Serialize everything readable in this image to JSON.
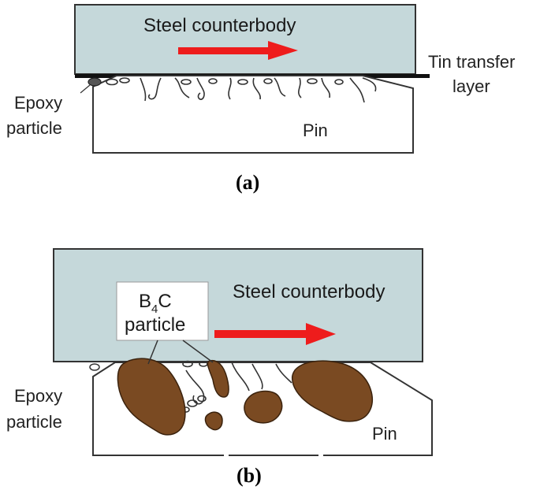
{
  "panel_a": {
    "counterbody_label": "Steel counterbody",
    "transfer_layer_label_line1": "Tin transfer",
    "transfer_layer_label_line2": "layer",
    "epoxy_label_line1": "Epoxy",
    "epoxy_label_line2": "particle",
    "pin_label": "Pin",
    "caption": "(a)"
  },
  "panel_b": {
    "counterbody_label": "Steel counterbody",
    "b4c_label_main": "B",
    "b4c_label_sub": "4",
    "b4c_label_tail": "C",
    "b4c_label_line2": "particle",
    "epoxy_label_line1": "Epoxy",
    "epoxy_label_line2": "particle",
    "pin_label": "Pin",
    "caption": "(b)"
  },
  "colors": {
    "counterbody_fill": "#c5d8da",
    "arrow": "#ee1c1c",
    "b4c_particle": "#7a4a22",
    "transfer_layer": "#111111"
  }
}
